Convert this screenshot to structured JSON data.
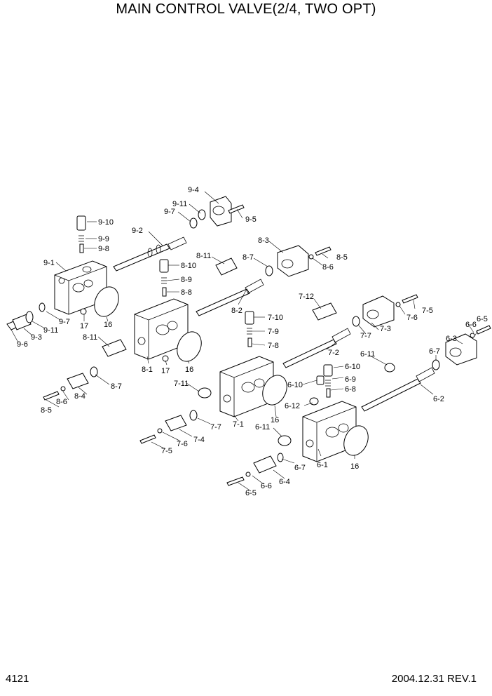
{
  "title": "MAIN CONTROL VALVE(2/4, TWO OPT)",
  "page_number": "4121",
  "revision": "2004.12.31  REV.1",
  "parts": {
    "9-1": "9-1",
    "9-2": "9-2",
    "9-3": "9-3",
    "9-4": "9-4",
    "9-5": "9-5",
    "9-6": "9-6",
    "9-7a": "9-7",
    "9-7b": "9-7",
    "9-8": "9-8",
    "9-9": "9-9",
    "9-10": "9-10",
    "9-11a": "9-11",
    "9-11b": "9-11",
    "8-1": "8-1",
    "8-2": "8-2",
    "8-3": "8-3",
    "8-4": "8-4",
    "8-5a": "8-5",
    "8-5b": "8-5",
    "8-6a": "8-6",
    "8-6b": "8-6",
    "8-7a": "8-7",
    "8-7b": "8-7",
    "8-8": "8-8",
    "8-9": "8-9",
    "8-10": "8-10",
    "8-11a": "8-11",
    "8-11b": "8-11",
    "7-1": "7-1",
    "7-2": "7-2",
    "7-3": "7-3",
    "7-4": "7-4",
    "7-5a": "7-5",
    "7-5b": "7-5",
    "7-6a": "7-6",
    "7-6b": "7-6",
    "7-7a": "7-7",
    "7-7b": "7-7",
    "7-8": "7-8",
    "7-9": "7-9",
    "7-10": "7-10",
    "7-11": "7-11",
    "7-12": "7-12",
    "6-1": "6-1",
    "6-2": "6-2",
    "6-3": "6-3",
    "6-4": "6-4",
    "6-5a": "6-5",
    "6-5b": "6-5",
    "6-6a": "6-6",
    "6-6b": "6-6",
    "6-7a": "6-7",
    "6-7b": "6-7",
    "6-8": "6-8",
    "6-9": "6-9",
    "6-10a": "6-10",
    "6-10b": "6-10",
    "6-11a": "6-11",
    "6-11b": "6-11",
    "6-12": "6-12",
    "16a": "16",
    "16b": "16",
    "16c": "16",
    "16d": "16",
    "17a": "17",
    "17b": "17"
  }
}
